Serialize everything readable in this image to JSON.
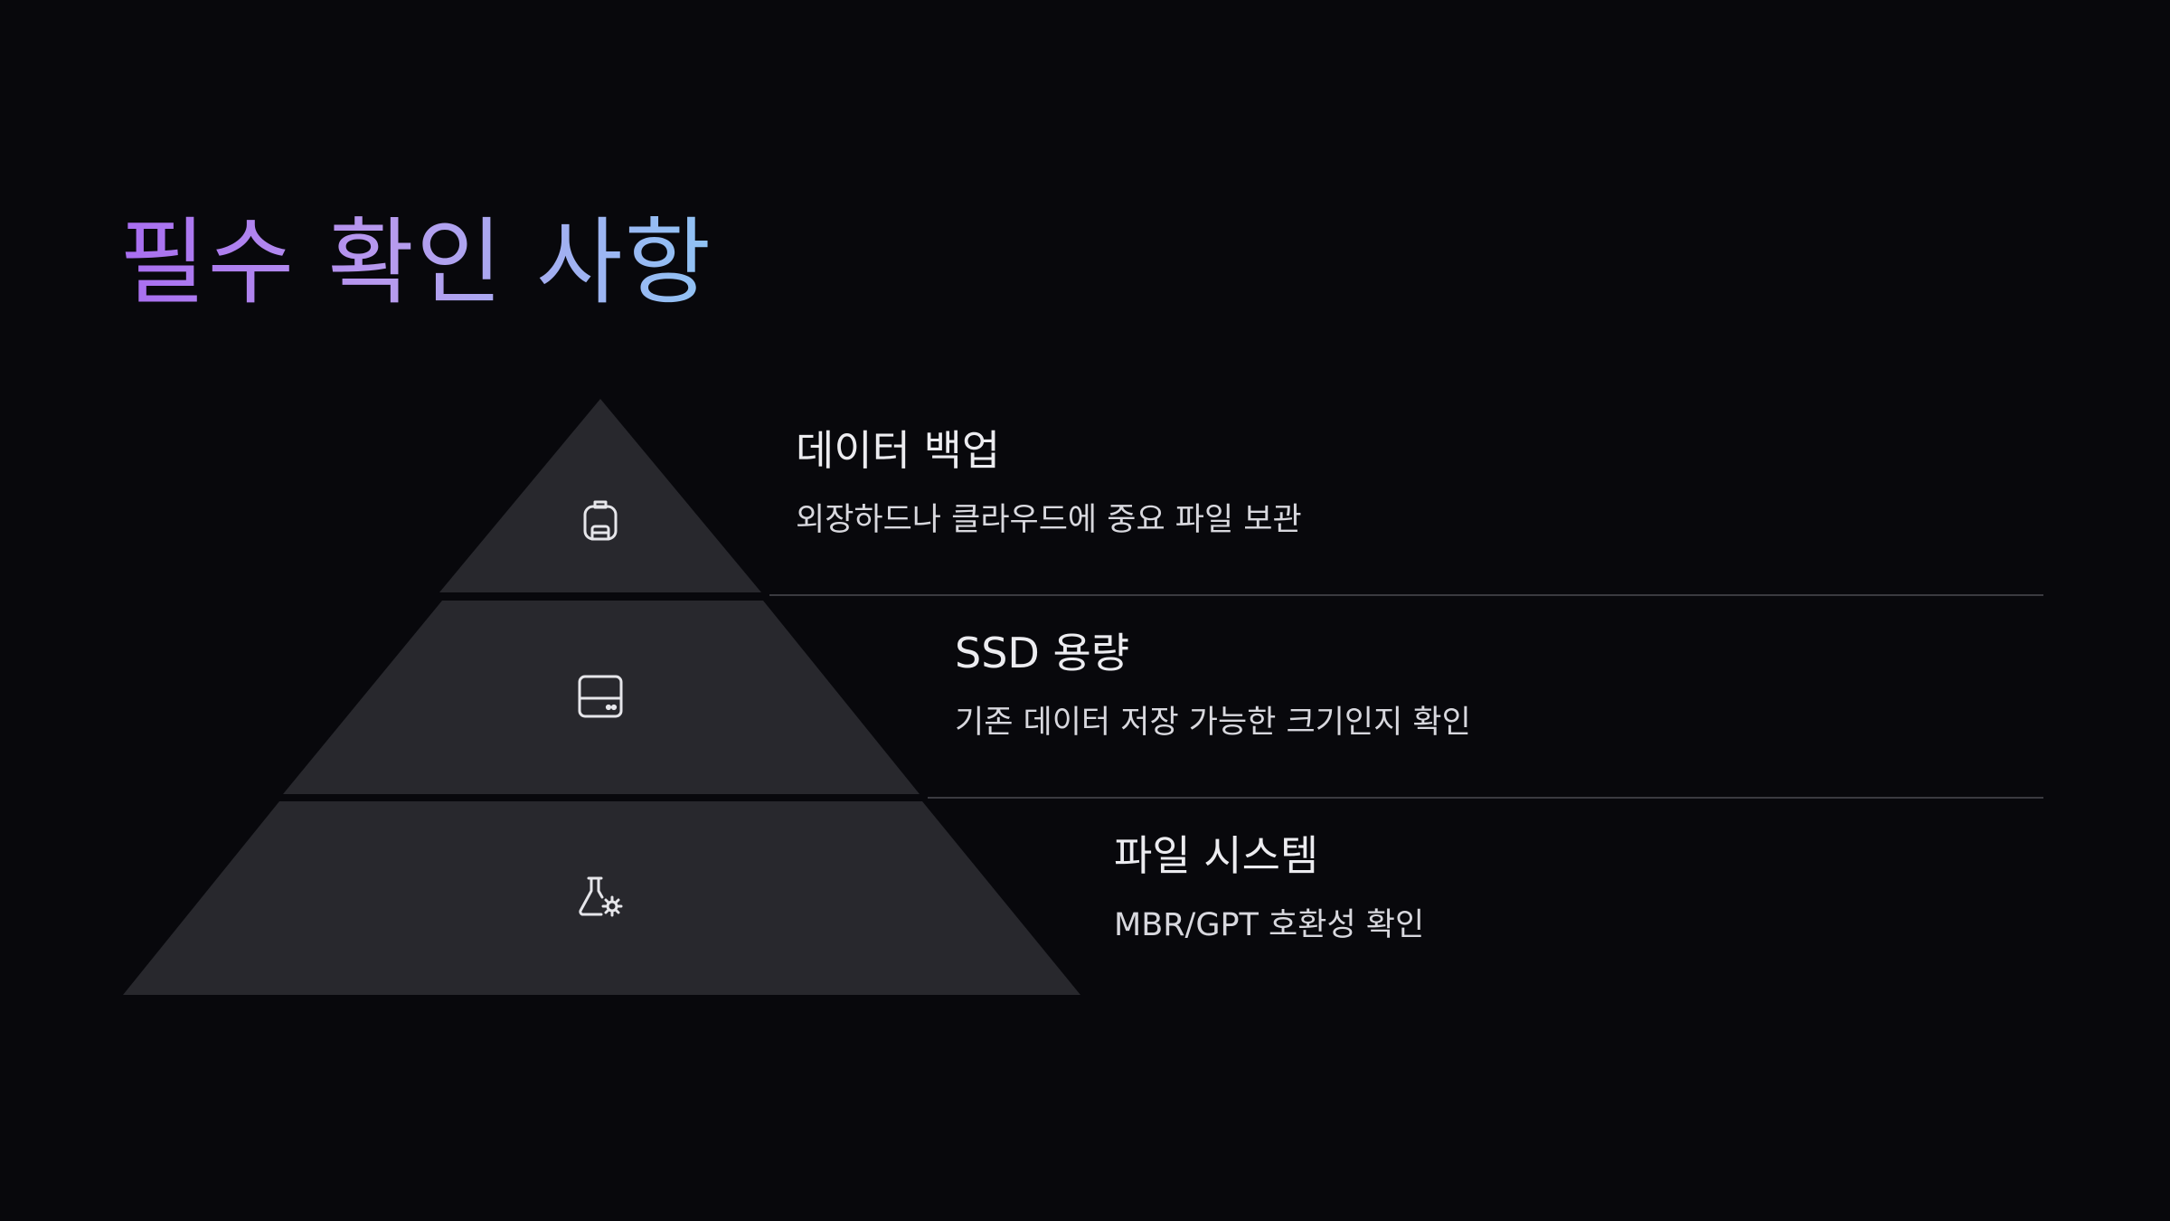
{
  "title": "필수 확인 사항",
  "colors": {
    "background": "#08080c",
    "tier_fill": "#28282d",
    "divider": "#3a3a40",
    "title_gradient": [
      "#a86df0",
      "#b79aee",
      "#8fc3f4"
    ],
    "heading": "#ececf0",
    "description": "#d8d8de"
  },
  "tiers": [
    {
      "icon": "backpack-icon",
      "heading": "데이터 백업",
      "description": "외장하드나 클라우드에 중요 파일 보관"
    },
    {
      "icon": "hard-drive-icon",
      "heading": "SSD 용량",
      "description": "기존 데이터 저장 가능한 크기인지 확인"
    },
    {
      "icon": "flask-gear-icon",
      "heading": "파일 시스템",
      "description": "MBR/GPT 호환성 확인"
    }
  ]
}
